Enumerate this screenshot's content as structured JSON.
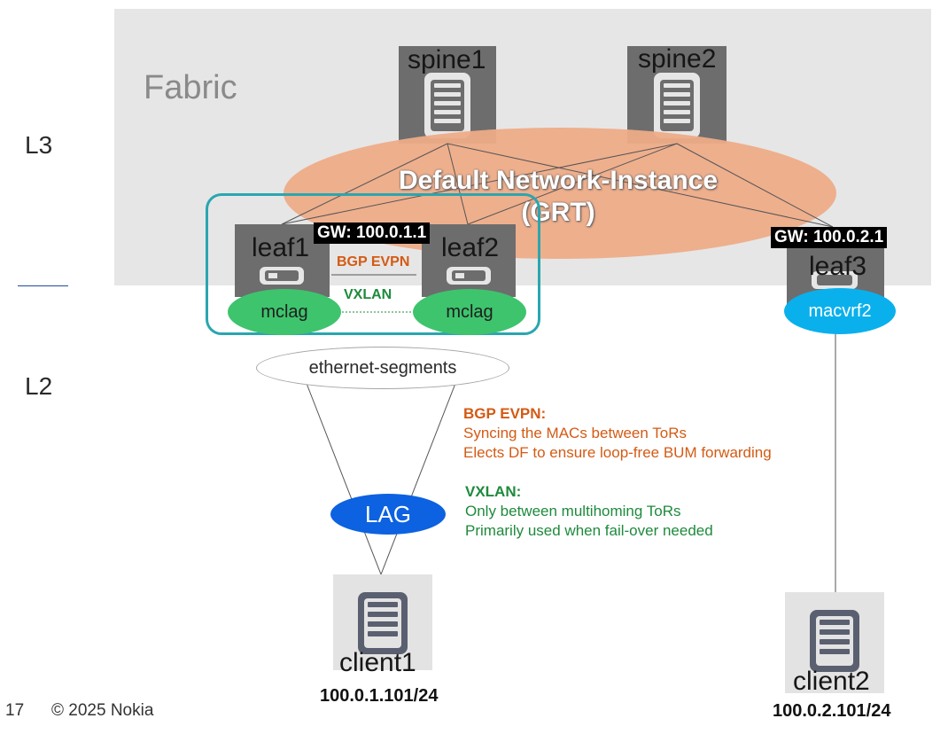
{
  "fabric": {
    "label": "Fabric"
  },
  "layers": {
    "l3": "L3",
    "l2": "L2"
  },
  "grt": {
    "line1": "Default Network-Instance",
    "line2": "(GRT)"
  },
  "nodes": {
    "spine1": "spine1",
    "spine2": "spine2",
    "leaf1": "leaf1",
    "leaf2": "leaf2",
    "leaf3": "leaf3",
    "client1": "client1",
    "client2": "client2"
  },
  "gateways": {
    "gw1": "GW: 100.0.1.1",
    "gw2": "GW: 100.0.2.1"
  },
  "mclag_box": {
    "bgp_evpn": "BGP EVPN",
    "vxlan": "VXLAN"
  },
  "ellipses": {
    "mclag_left": "mclag",
    "mclag_right": "mclag",
    "macvrf2": "macvrf2",
    "ethernet_segments": "ethernet-segments",
    "lag": "LAG"
  },
  "clients": {
    "client1_ip": "100.0.1.101/24",
    "client2_ip": "100.0.2.101/24"
  },
  "notes": {
    "bgp_heading": "BGP EVPN:",
    "bgp_line1": "Syncing the MACs between ToRs",
    "bgp_line2": "Elects DF to ensure loop-free BUM forwarding",
    "vxlan_heading": "VXLAN:",
    "vxlan_line1": "Only between multihoming ToRs",
    "vxlan_line2": "Primarily used when fail-over needed"
  },
  "footer": {
    "page": "17",
    "copyright": "© 2025 Nokia"
  },
  "colors": {
    "fabric_bg": "#e6e6e6",
    "grt_fill": "#eeac88",
    "mclag_box_border": "#2aa6b0",
    "mclag_fill": "#3ec46d",
    "macvrf_fill": "#0ab0ec",
    "lag_fill": "#0c62e0",
    "bgp_evpn_text": "#d45a14",
    "vxlan_text": "#1e8a3c",
    "node_fill": "#6d6d6d",
    "client_bg": "#e3e3e3"
  },
  "icons": {
    "switch": "server-rack-icon",
    "server": "server-icon"
  }
}
